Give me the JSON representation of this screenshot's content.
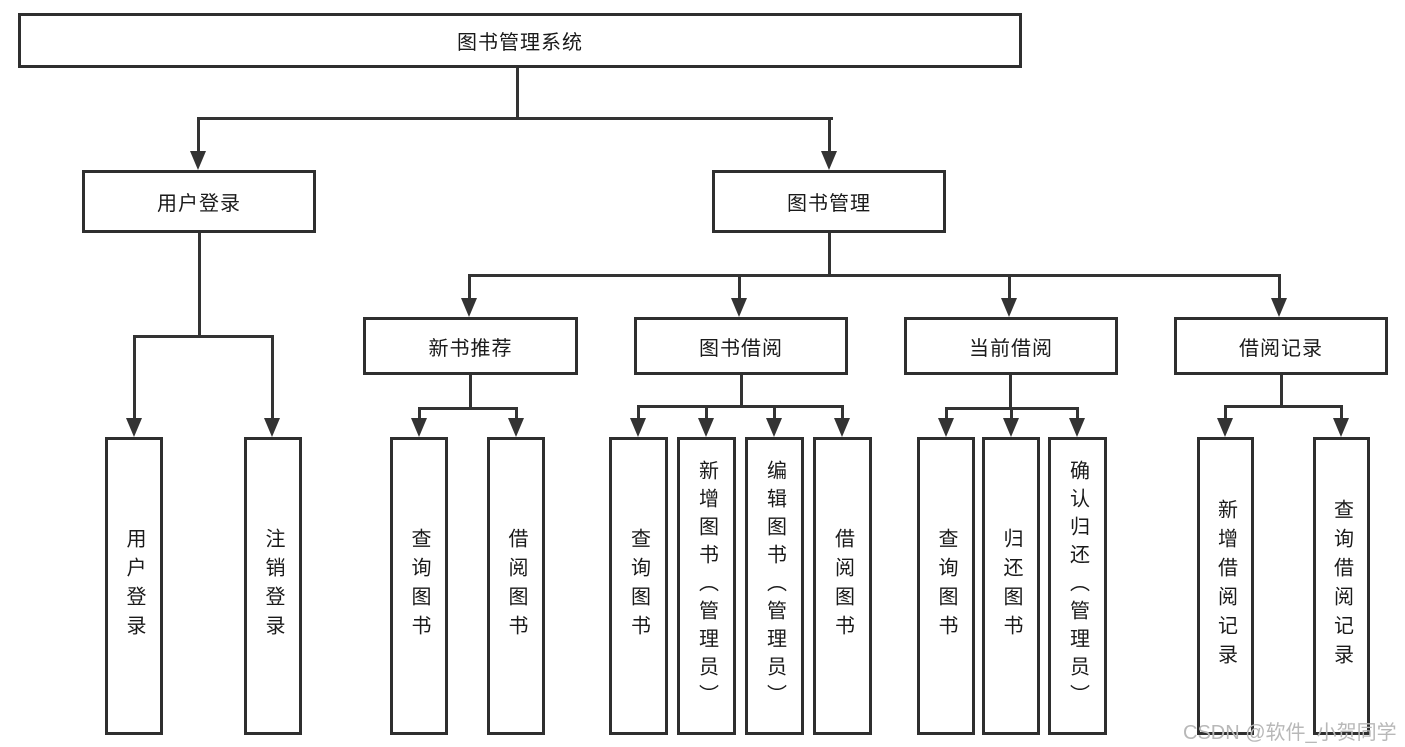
{
  "diagram": {
    "root": {
      "label": "图书管理系统"
    },
    "branches": [
      {
        "label": "用户登录",
        "leaves": [
          "用户登录",
          "注销登录"
        ]
      },
      {
        "label": "图书管理",
        "children": [
          {
            "label": "新书推荐",
            "leaves": [
              "查询图书",
              "借阅图书"
            ]
          },
          {
            "label": "图书借阅",
            "leaves": [
              "查询图书",
              "新增图书（管理员）",
              "编辑图书（管理员）",
              "借阅图书"
            ]
          },
          {
            "label": "当前借阅",
            "leaves": [
              "查询图书",
              "归还图书",
              "确认归还（管理员）"
            ]
          },
          {
            "label": "借阅记录",
            "leaves": [
              "新增借阅记录",
              "查询借阅记录"
            ]
          }
        ]
      }
    ]
  },
  "watermark": {
    "text": "CSDN @软件_小贺同学",
    "color": "#b8b8b8"
  },
  "colors": {
    "line": "#333333",
    "box_border": "#2f2f2f",
    "text": "#1a1a1a",
    "background": "#ffffff"
  }
}
